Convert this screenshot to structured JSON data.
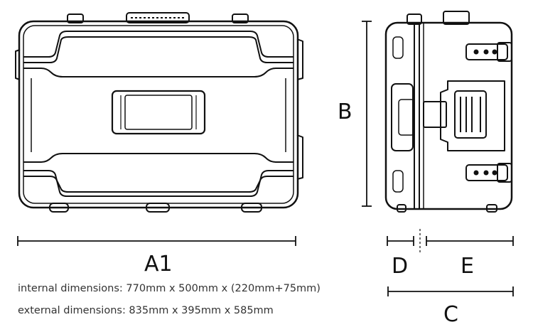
{
  "labels": {
    "a1": "A1",
    "b": "B",
    "c": "C",
    "d": "D",
    "e": "E"
  },
  "specs": {
    "internal": "internal dimensions: 770mm x 500mm x (220mm+75mm)",
    "external": "external dimensions: 835mm x 395mm x 585mm"
  },
  "colors": {
    "ink": "#111111",
    "case_fill": "#ffffff",
    "text_gray": "#333333"
  }
}
